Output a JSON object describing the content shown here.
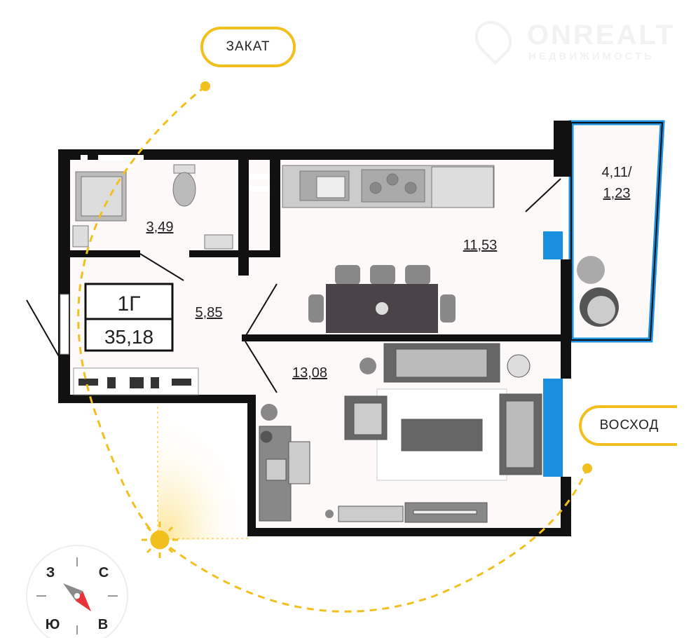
{
  "watermark": {
    "brand": "ONREALT",
    "tagline": "НЕДВИЖИМОСТЬ"
  },
  "sun": {
    "sunset_label": "ЗАКАТ",
    "sunrise_label": "ВОСХОД"
  },
  "apartment": {
    "type": "1Г",
    "total_area": "35,18"
  },
  "rooms": {
    "bathroom": "3,49",
    "hallway": "5,85",
    "kitchen": "11,53",
    "living_room": "13,08",
    "balcony": "4,11/",
    "balcony_reduced": "1,23"
  },
  "compass": {
    "west": "З",
    "north": "С",
    "south": "Ю",
    "east": "В"
  },
  "colors": {
    "wall": "#111111",
    "window": "#1a8fe0",
    "sun": "#f2c01e",
    "furniture": "#555555",
    "compass_arrow": "#e8333a"
  }
}
